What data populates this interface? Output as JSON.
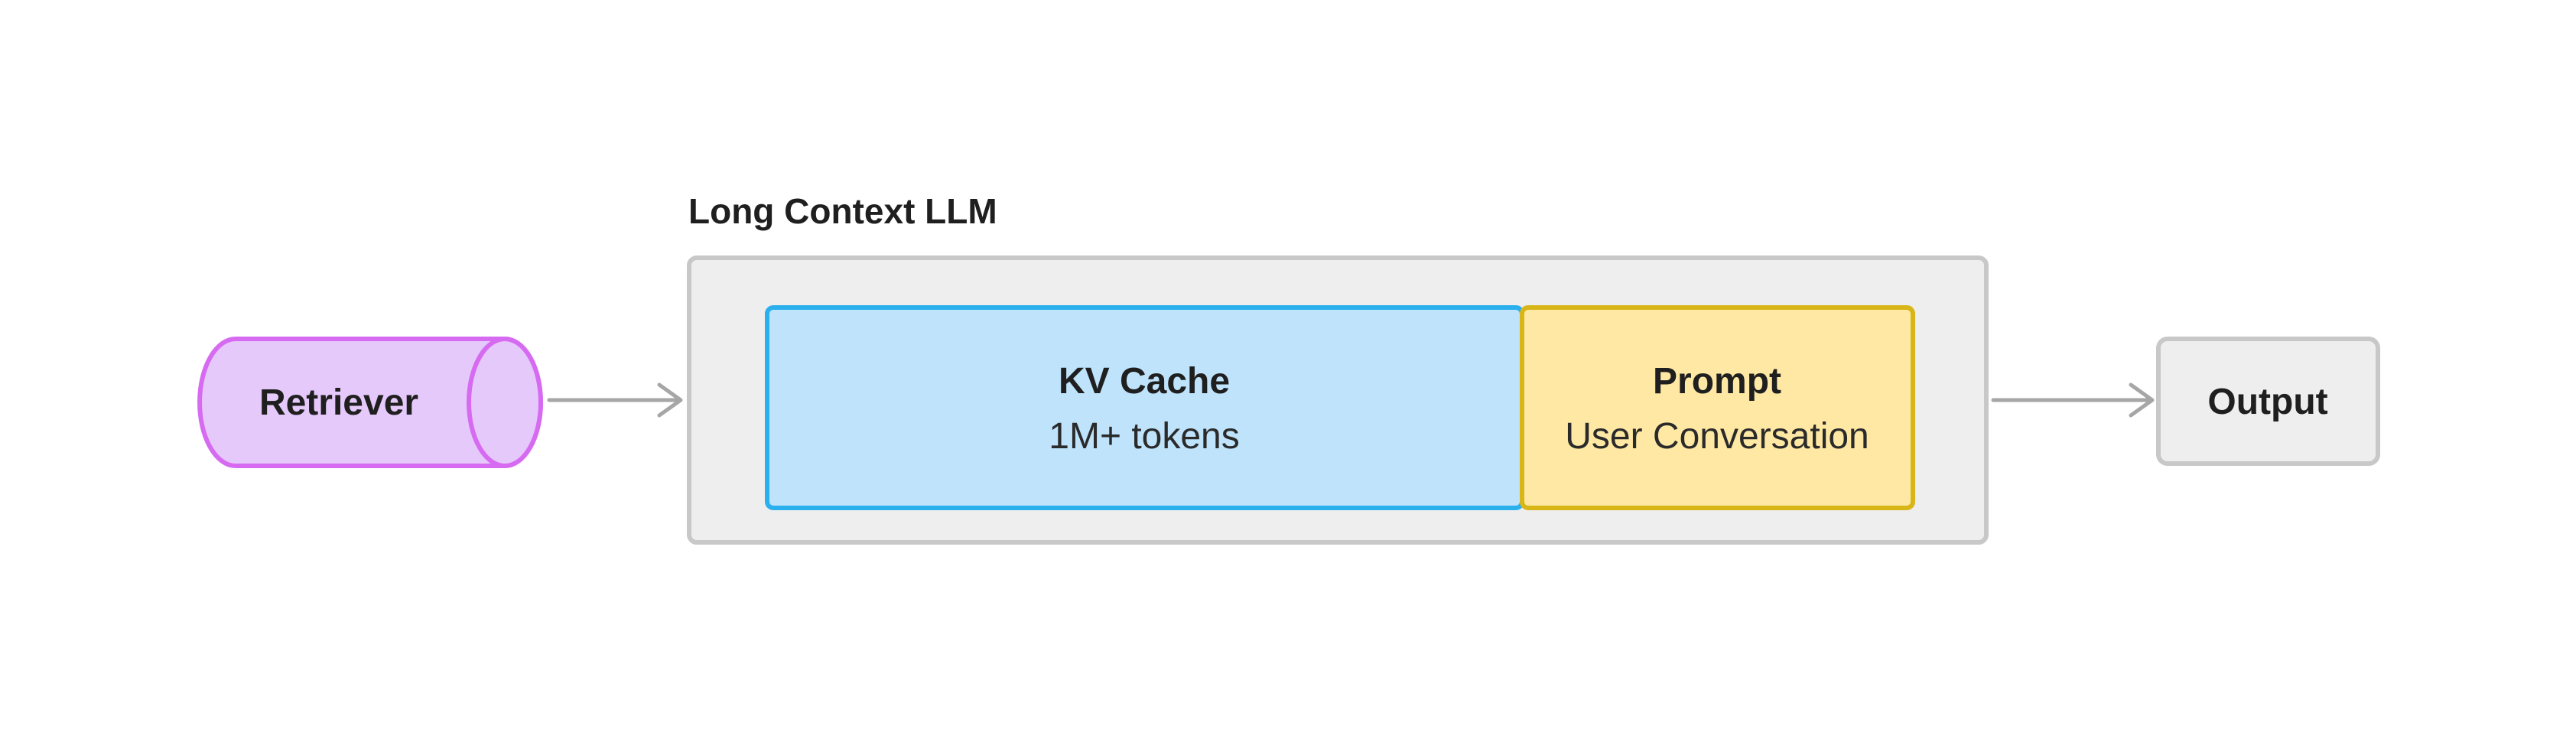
{
  "diagram": {
    "container_title": "Long Context LLM",
    "retriever": {
      "label": "Retriever",
      "fill": "#e6c9fb",
      "stroke": "#d66bf2"
    },
    "kv_cache": {
      "title": "KV Cache",
      "subtitle": "1M+ tokens",
      "fill": "#bee3fb",
      "stroke": "#2bb0ee"
    },
    "prompt": {
      "title": "Prompt",
      "subtitle": "User Conversation",
      "fill": "#fee8a3",
      "stroke": "#d8b618"
    },
    "output": {
      "label": "Output",
      "fill": "#eeeeee",
      "stroke": "#c8c8c8"
    },
    "container": {
      "fill": "#eeeeee",
      "stroke": "#c8c8c8"
    },
    "arrow_color": "#a6a6a6"
  }
}
